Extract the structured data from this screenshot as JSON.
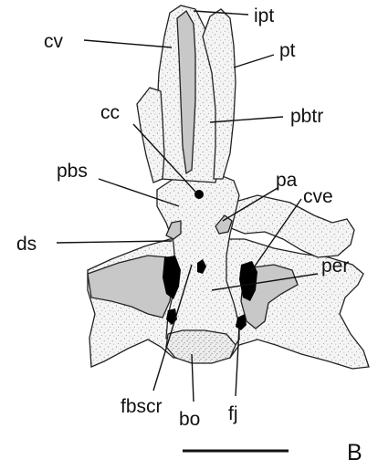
{
  "figure": {
    "panel_label": "B",
    "labels": {
      "ipt": "ipt",
      "cv": "cv",
      "pt": "pt",
      "cc": "cc",
      "pbtr": "pbtr",
      "pbs": "pbs",
      "pa": "pa",
      "cve": "cve",
      "ds": "ds",
      "per": "per",
      "fbscr": "fbscr",
      "bo": "bo",
      "fj": "fj"
    },
    "colors": {
      "bone_fill": "#f3f3f3",
      "stipple": "#666666",
      "grey_region": "#c8c8c8",
      "foramen": "#000000",
      "line": "#111111"
    }
  }
}
